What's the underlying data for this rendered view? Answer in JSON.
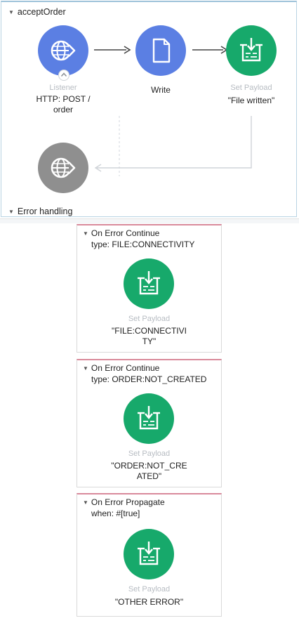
{
  "flow": {
    "title": "acceptOrder",
    "listener": {
      "type": "Listener",
      "label": "HTTP: POST /\norder"
    },
    "write": {
      "label": "Write"
    },
    "set_payload": {
      "type": "Set Payload",
      "label": "\"File written\""
    }
  },
  "error_handling": {
    "title": "Error handling",
    "handlers": [
      {
        "kind": "On Error Continue",
        "condition": "type: FILE:CONNECTIVITY",
        "node_type": "Set Payload",
        "node_label": "\"FILE:CONNECTIVI\nTY\""
      },
      {
        "kind": "On Error Continue",
        "condition": "type: ORDER:NOT_CREATED",
        "node_type": "Set Payload",
        "node_label": "\"ORDER:NOT_CRE\nATED\""
      },
      {
        "kind": "On Error Propagate",
        "condition": "when: #[true]",
        "node_type": "Set Payload",
        "node_label": "\"OTHER ERROR\""
      }
    ]
  },
  "colors": {
    "connector_blue": "#5b7fe3",
    "transformer_green": "#17a96b",
    "listener_response_gray": "#8f8f8f",
    "error_border": "#d98a9b"
  },
  "icons": [
    "globe-connector-icon",
    "document-icon",
    "set-payload-icon",
    "source-badge-icon"
  ]
}
